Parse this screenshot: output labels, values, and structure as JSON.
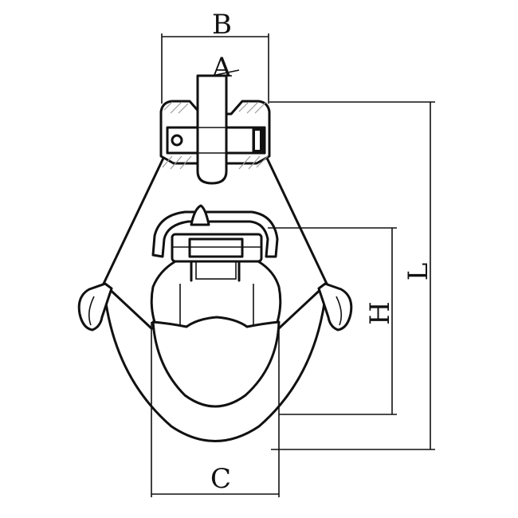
{
  "dimensions": {
    "A": "A",
    "B": "B",
    "C": "C",
    "H": "H",
    "L": "L"
  },
  "colors": {
    "line": "#111111",
    "hatch": "#9a9a9a",
    "background": "#ffffff"
  }
}
